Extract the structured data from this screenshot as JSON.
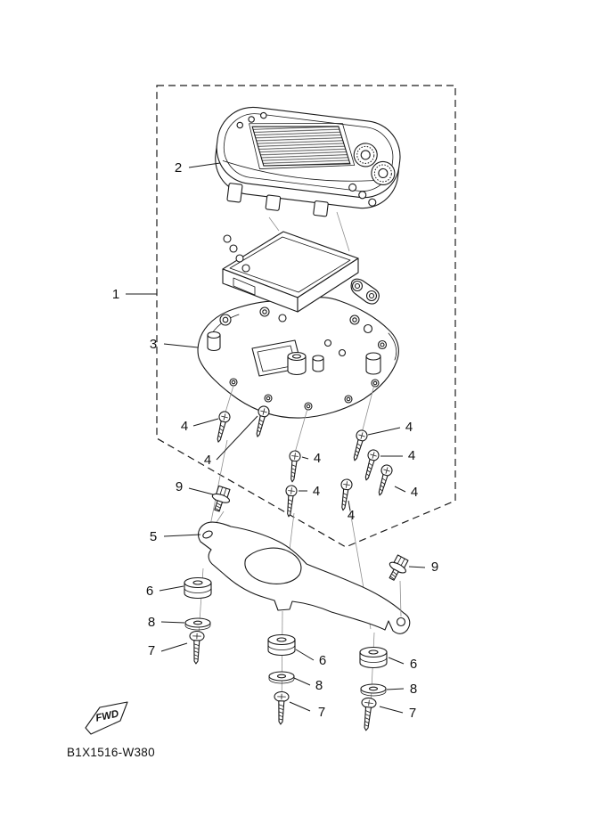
{
  "page": {
    "background": "#ffffff",
    "line_color": "#1a1a1a"
  },
  "diagram": {
    "drawing_code": "B1X1516-W380",
    "fwd_marker": "FWD",
    "callouts": {
      "c1": "1",
      "c2": "2",
      "c3": "3",
      "c4": "4",
      "c5": "5",
      "c6": "6",
      "c7": "7",
      "c8": "8",
      "c9": "9"
    }
  }
}
